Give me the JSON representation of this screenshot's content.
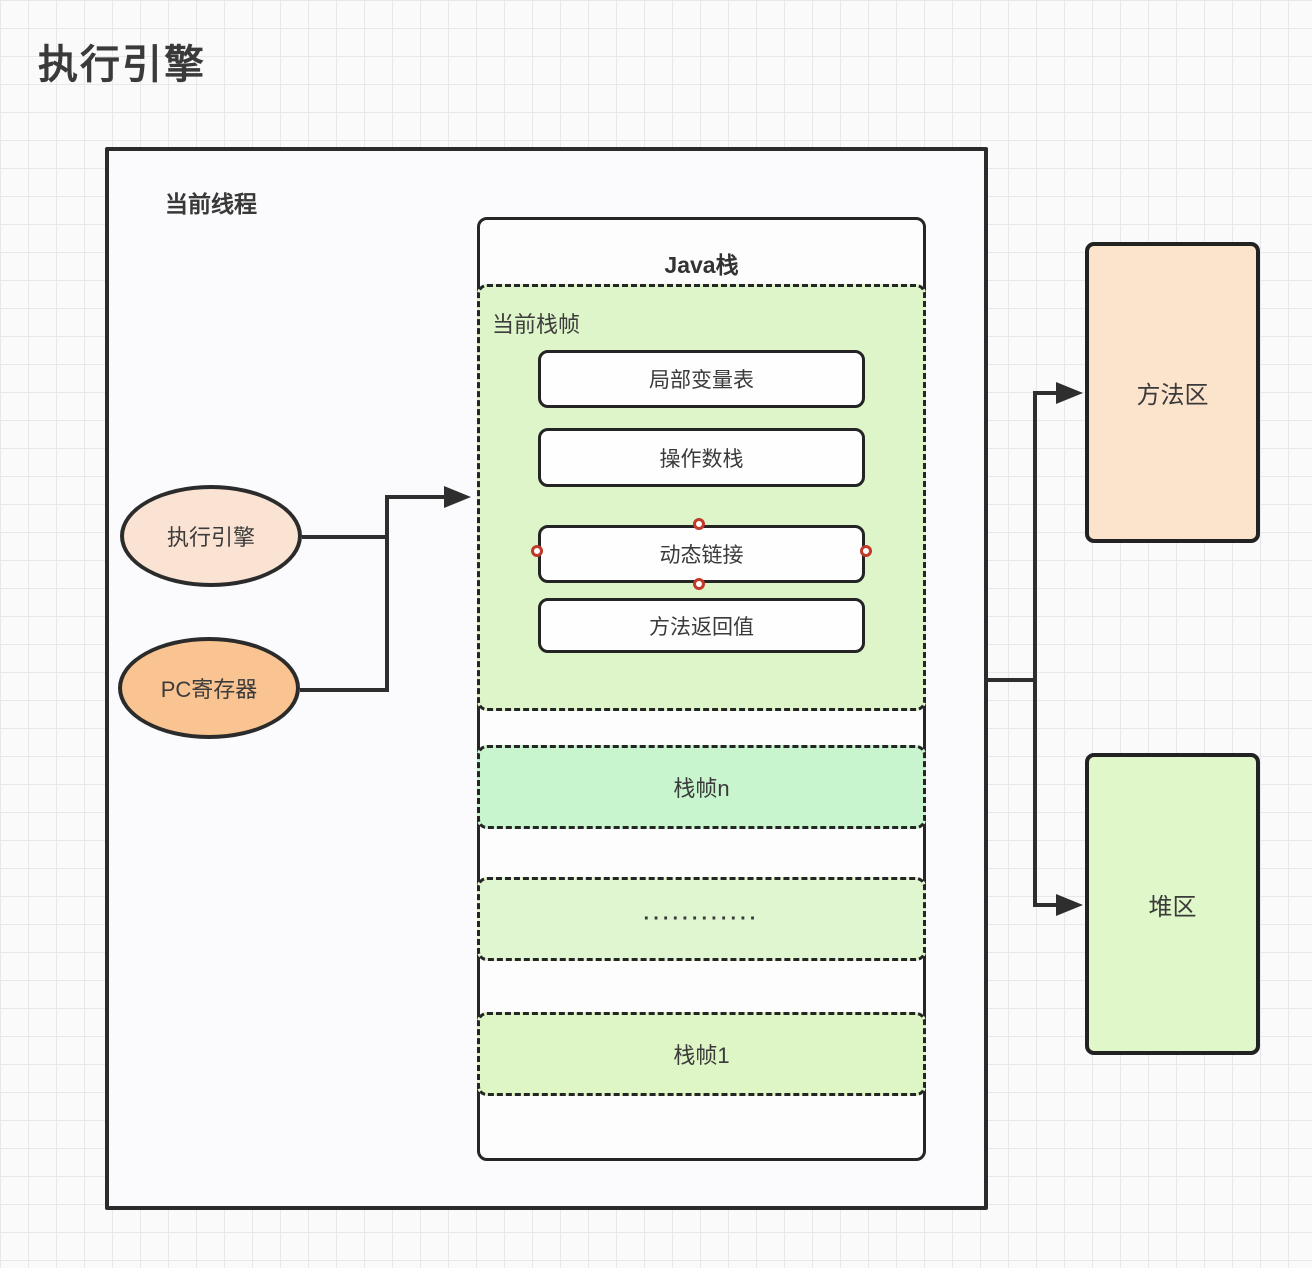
{
  "page_title": "执行引擎",
  "colors": {
    "current_frame_fill": "#ddf5c9",
    "frame_n_fill": "#c8f4ce",
    "frame_dots_fill": "#e0f6d0",
    "frame_1_fill": "#def5c6",
    "exec_engine_fill": "#fbe3d3",
    "pc_register_fill": "#f9c491",
    "method_area_fill": "#fce3cc",
    "heap_fill": "#dff7c9",
    "line_color": "#2e2e2e",
    "handle_color": "#c0392b"
  },
  "thread_box": {
    "label": "当前线程"
  },
  "java_stack": {
    "title": "Java栈",
    "current_frame": {
      "label": "当前栈帧",
      "items": [
        {
          "label": "局部变量表"
        },
        {
          "label": "操作数栈"
        },
        {
          "label": "动态链接"
        },
        {
          "label": "方法返回值"
        }
      ]
    },
    "frames": [
      {
        "label": "栈帧n"
      },
      {
        "label": "············"
      },
      {
        "label": "栈帧1"
      }
    ]
  },
  "left_nodes": [
    {
      "label": "执行引擎"
    },
    {
      "label": "PC寄存器"
    }
  ],
  "right_nodes": [
    {
      "label": "方法区"
    },
    {
      "label": "堆区"
    }
  ]
}
